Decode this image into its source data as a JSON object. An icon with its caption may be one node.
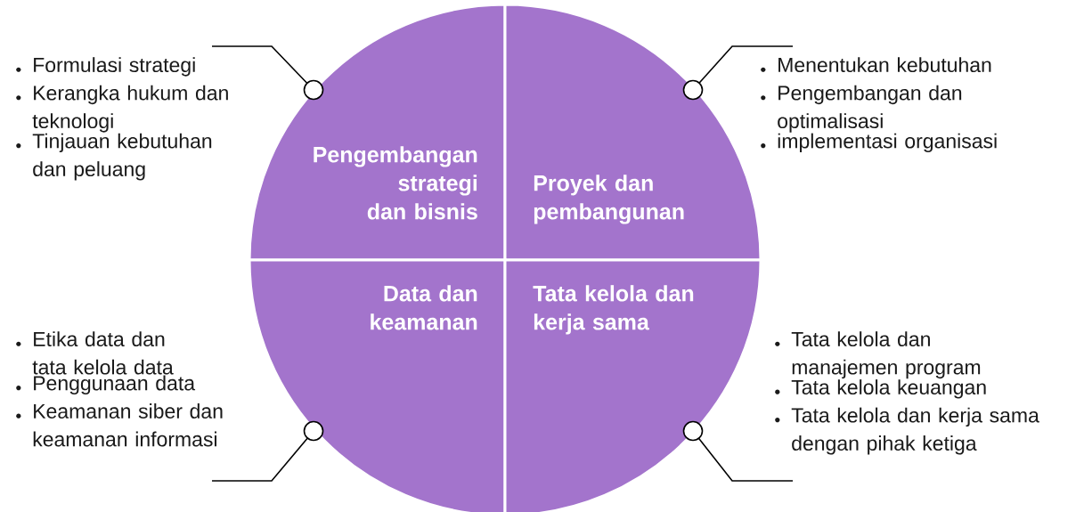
{
  "diagram": {
    "nodes": [
      {
        "text": [
          "Pengembangan strategi dan bisnis"
        ]
      },
      {
        "text": [
          "Proyek dan pembangunan"
        ]
      },
      {
        "text": [
          "Data dan keamanan"
        ]
      },
      {
        "text": [
          "Tata kelola dan kerja sama"
        ]
      },
      {
        "text": [
          "Formulasi strategi",
          "Kerangka hukum dan teknologi",
          "Tinjauan kebutuhan dan peluang"
        ]
      },
      {
        "text": [
          "Menentukan kebutuhan",
          "Pengembangan dan optimalisasi",
          "implementasi organisasi"
        ]
      },
      {
        "text": [
          "Etika data dan tata kelola data",
          "Penggunaan data",
          "Keamanan siber dan keamanan informasi"
        ]
      },
      {
        "text": [
          "Tata kelola dan manajemen program",
          "Tata kelola keuangan",
          "Tata kelola dan kerja sama dengan pihak ketiga"
        ]
      }
    ],
    "edges": [
      {
        "from": 4,
        "to": 0,
        "arrow": "other"
      },
      {
        "from": 5,
        "to": 1,
        "arrow": "other"
      },
      {
        "from": 6,
        "to": 2,
        "arrow": "other"
      },
      {
        "from": 7,
        "to": 3,
        "arrow": "other"
      }
    ]
  }
}
